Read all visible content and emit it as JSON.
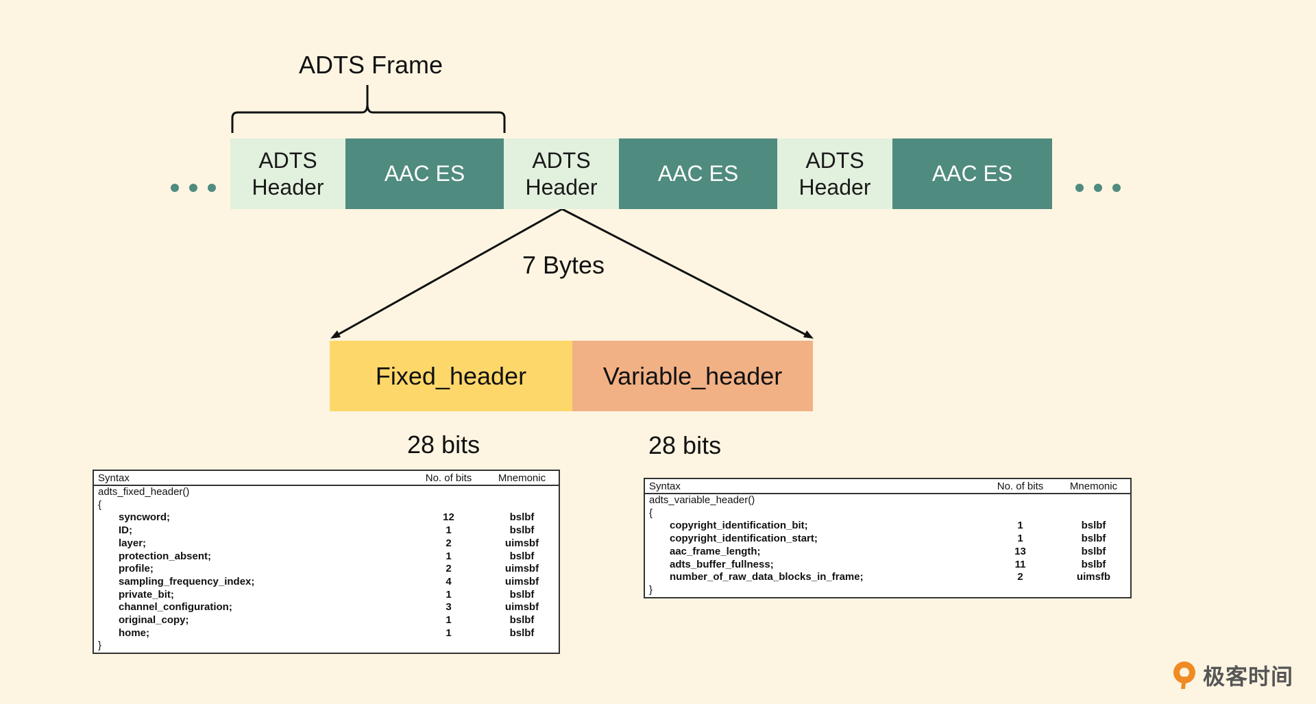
{
  "frame_label": "ADTS Frame",
  "stream_blocks": [
    {
      "type": "header",
      "line1": "ADTS",
      "line2": "Header"
    },
    {
      "type": "es",
      "label": "AAC ES"
    },
    {
      "type": "header",
      "line1": "ADTS",
      "line2": "Header"
    },
    {
      "type": "es",
      "label": "AAC ES"
    },
    {
      "type": "header",
      "line1": "ADTS",
      "line2": "Header"
    },
    {
      "type": "es",
      "label": "AAC ES"
    }
  ],
  "header_size_label": "7 Bytes",
  "header_parts": {
    "fixed": "Fixed_header",
    "variable": "Variable_header"
  },
  "fixed_bits_label": "28 bits",
  "variable_bits_label": "28 bits",
  "fixed_table": {
    "columns": [
      "Syntax",
      "No. of bits",
      "Mnemonic"
    ],
    "function": "adts_fixed_header()",
    "open_brace": "{",
    "close_brace": "}",
    "rows": [
      {
        "field": "syncword;",
        "bits": "12",
        "mnemonic": "bslbf"
      },
      {
        "field": "ID;",
        "bits": "1",
        "mnemonic": "bslbf"
      },
      {
        "field": "layer;",
        "bits": "2",
        "mnemonic": "uimsbf"
      },
      {
        "field": "protection_absent;",
        "bits": "1",
        "mnemonic": "bslbf"
      },
      {
        "field": "profile;",
        "bits": "2",
        "mnemonic": "uimsbf"
      },
      {
        "field": "sampling_frequency_index;",
        "bits": "4",
        "mnemonic": "uimsbf"
      },
      {
        "field": "private_bit;",
        "bits": "1",
        "mnemonic": "bslbf"
      },
      {
        "field": "channel_configuration;",
        "bits": "3",
        "mnemonic": "uimsbf"
      },
      {
        "field": "original_copy;",
        "bits": "1",
        "mnemonic": "bslbf"
      },
      {
        "field": "home;",
        "bits": "1",
        "mnemonic": "bslbf"
      }
    ]
  },
  "variable_table": {
    "columns": [
      "Syntax",
      "No. of bits",
      "Mnemonic"
    ],
    "function": "adts_variable_header()",
    "open_brace": "{",
    "close_brace": "}",
    "rows": [
      {
        "field": "copyright_identification_bit;",
        "bits": "1",
        "mnemonic": "bslbf"
      },
      {
        "field": "copyright_identification_start;",
        "bits": "1",
        "mnemonic": "bslbf"
      },
      {
        "field": "aac_frame_length;",
        "bits": "13",
        "mnemonic": "bslbf"
      },
      {
        "field": "adts_buffer_fullness;",
        "bits": "11",
        "mnemonic": "bslbf"
      },
      {
        "field": "number_of_raw_data_blocks_in_frame;",
        "bits": "2",
        "mnemonic": "uimsfb"
      }
    ]
  },
  "brand": "极客时间",
  "colors": {
    "background": "#fdf5e2",
    "header_block": "#e2f0de",
    "es_block": "#4f8b7e",
    "fixed_header": "#fdd76a",
    "variable_header": "#f1b185",
    "logo_orange": "#f08a24"
  }
}
